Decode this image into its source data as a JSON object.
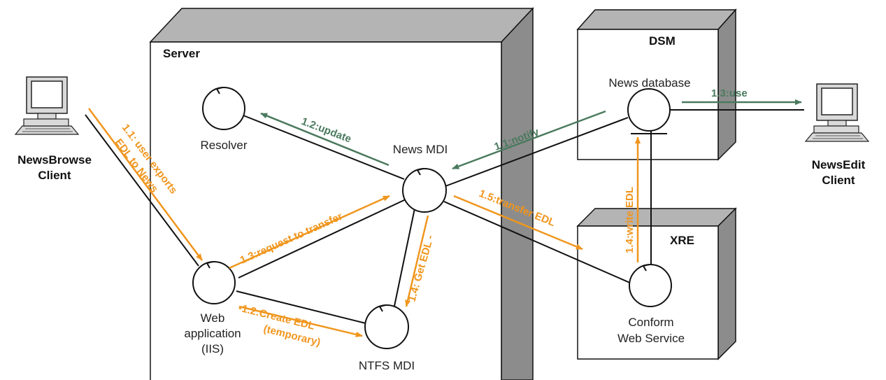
{
  "colors": {
    "orange": "#f0961e",
    "green": "#4a7a5e",
    "box_face": "#ffffff",
    "box_side": "#8c8c8c",
    "box_top": "#b4b4b4",
    "line": "#111111"
  },
  "boxes": {
    "server": "Server",
    "dsm": "DSM",
    "xre": "XRE"
  },
  "nodes": {
    "resolver": "Resolver",
    "news_mdi": "News MDI",
    "web_app_line1": "Web",
    "web_app_line2": "application",
    "web_app_line3": "(IIS)",
    "ntfs_mdi": "NTFS MDI",
    "news_database": "News database",
    "conform_line1": "Conform",
    "conform_line2": "Web Service"
  },
  "clients": {
    "newsbrowse_line1": "NewsBrowse",
    "newsbrowse_line2": "Client",
    "newsedit_line1": "NewsEdit",
    "newsedit_line2": "Client"
  },
  "messages": {
    "m11_line1": "1.1: user exports",
    "m11_line2": "EDL to News",
    "m12_update": "1.2:update",
    "m11_notify": "1.1:notify",
    "m13_use": "1.3:use",
    "m13_request": "1.3:request to transfer",
    "m14_get": "1.4: Get EDL -",
    "m15_transfer": "1.5:transfer EDL",
    "m14_write": "1.4:write EDL",
    "m12_create_line1": "-1.2:Create EDL",
    "m12_create_line2": "(temporary)"
  },
  "icons": {
    "computer": "desktop-computer-icon",
    "object": "active-object-icon"
  }
}
